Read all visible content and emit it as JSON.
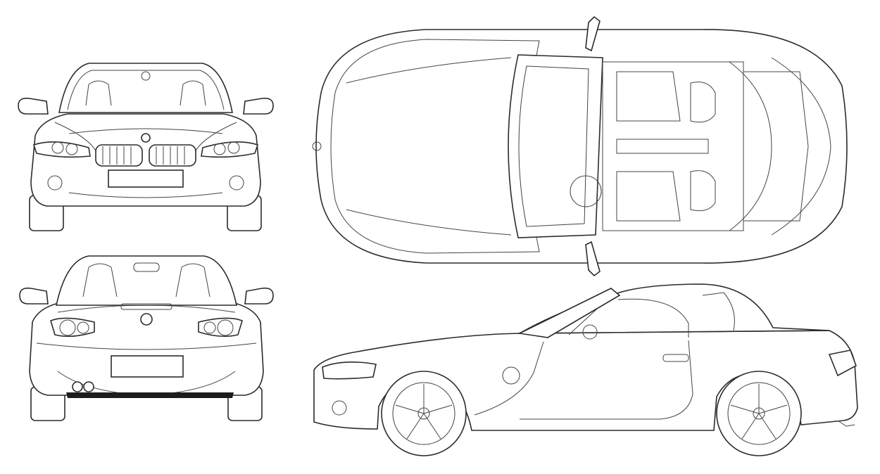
{
  "blueprint": {
    "background_color": "#ffffff",
    "line_color": "#2b2b2b",
    "views": [
      {
        "id": "front",
        "kind": "front view"
      },
      {
        "id": "top",
        "kind": "top view"
      },
      {
        "id": "rear",
        "kind": "rear view"
      },
      {
        "id": "side",
        "kind": "side view"
      }
    ]
  }
}
